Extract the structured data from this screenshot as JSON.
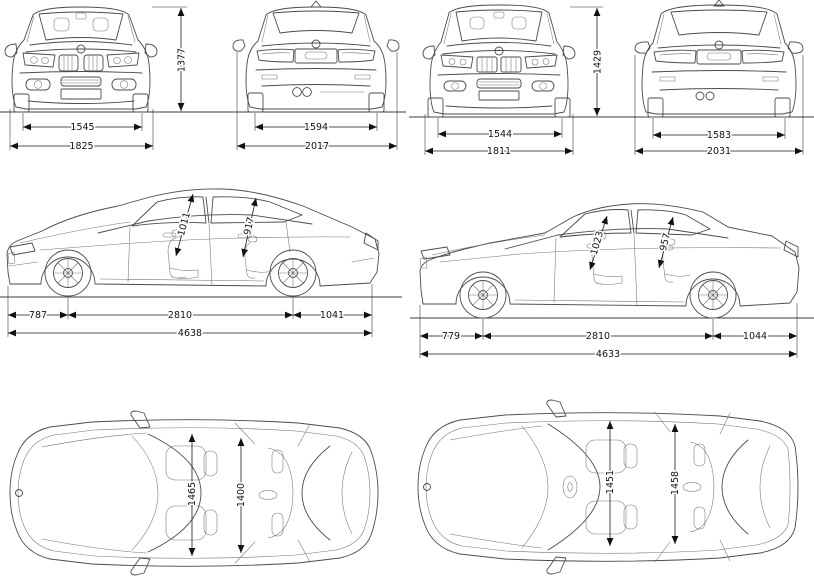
{
  "car1": {
    "front": {
      "track": "1545",
      "overall_width": "1825",
      "height": "1377"
    },
    "rear": {
      "track": "1594",
      "width_with_mirrors": "2017"
    },
    "side": {
      "front_headroom": "1011",
      "rear_headroom": "917",
      "front_overhang": "787",
      "wheelbase": "2810",
      "rear_overhang": "1041",
      "overall_length": "4638"
    },
    "top": {
      "front_interior_width": "1465",
      "rear_interior_width": "1400"
    }
  },
  "car2": {
    "front": {
      "track": "1544",
      "overall_width": "1811",
      "height": "1429"
    },
    "rear": {
      "track": "1583",
      "width_with_mirrors": "2031"
    },
    "side": {
      "front_headroom": "1023",
      "rear_headroom": "957",
      "front_overhang": "779",
      "wheelbase": "2810",
      "rear_overhang": "1044",
      "overall_length": "4633"
    },
    "top": {
      "front_interior_width": "1451",
      "rear_interior_width": "1458"
    }
  }
}
